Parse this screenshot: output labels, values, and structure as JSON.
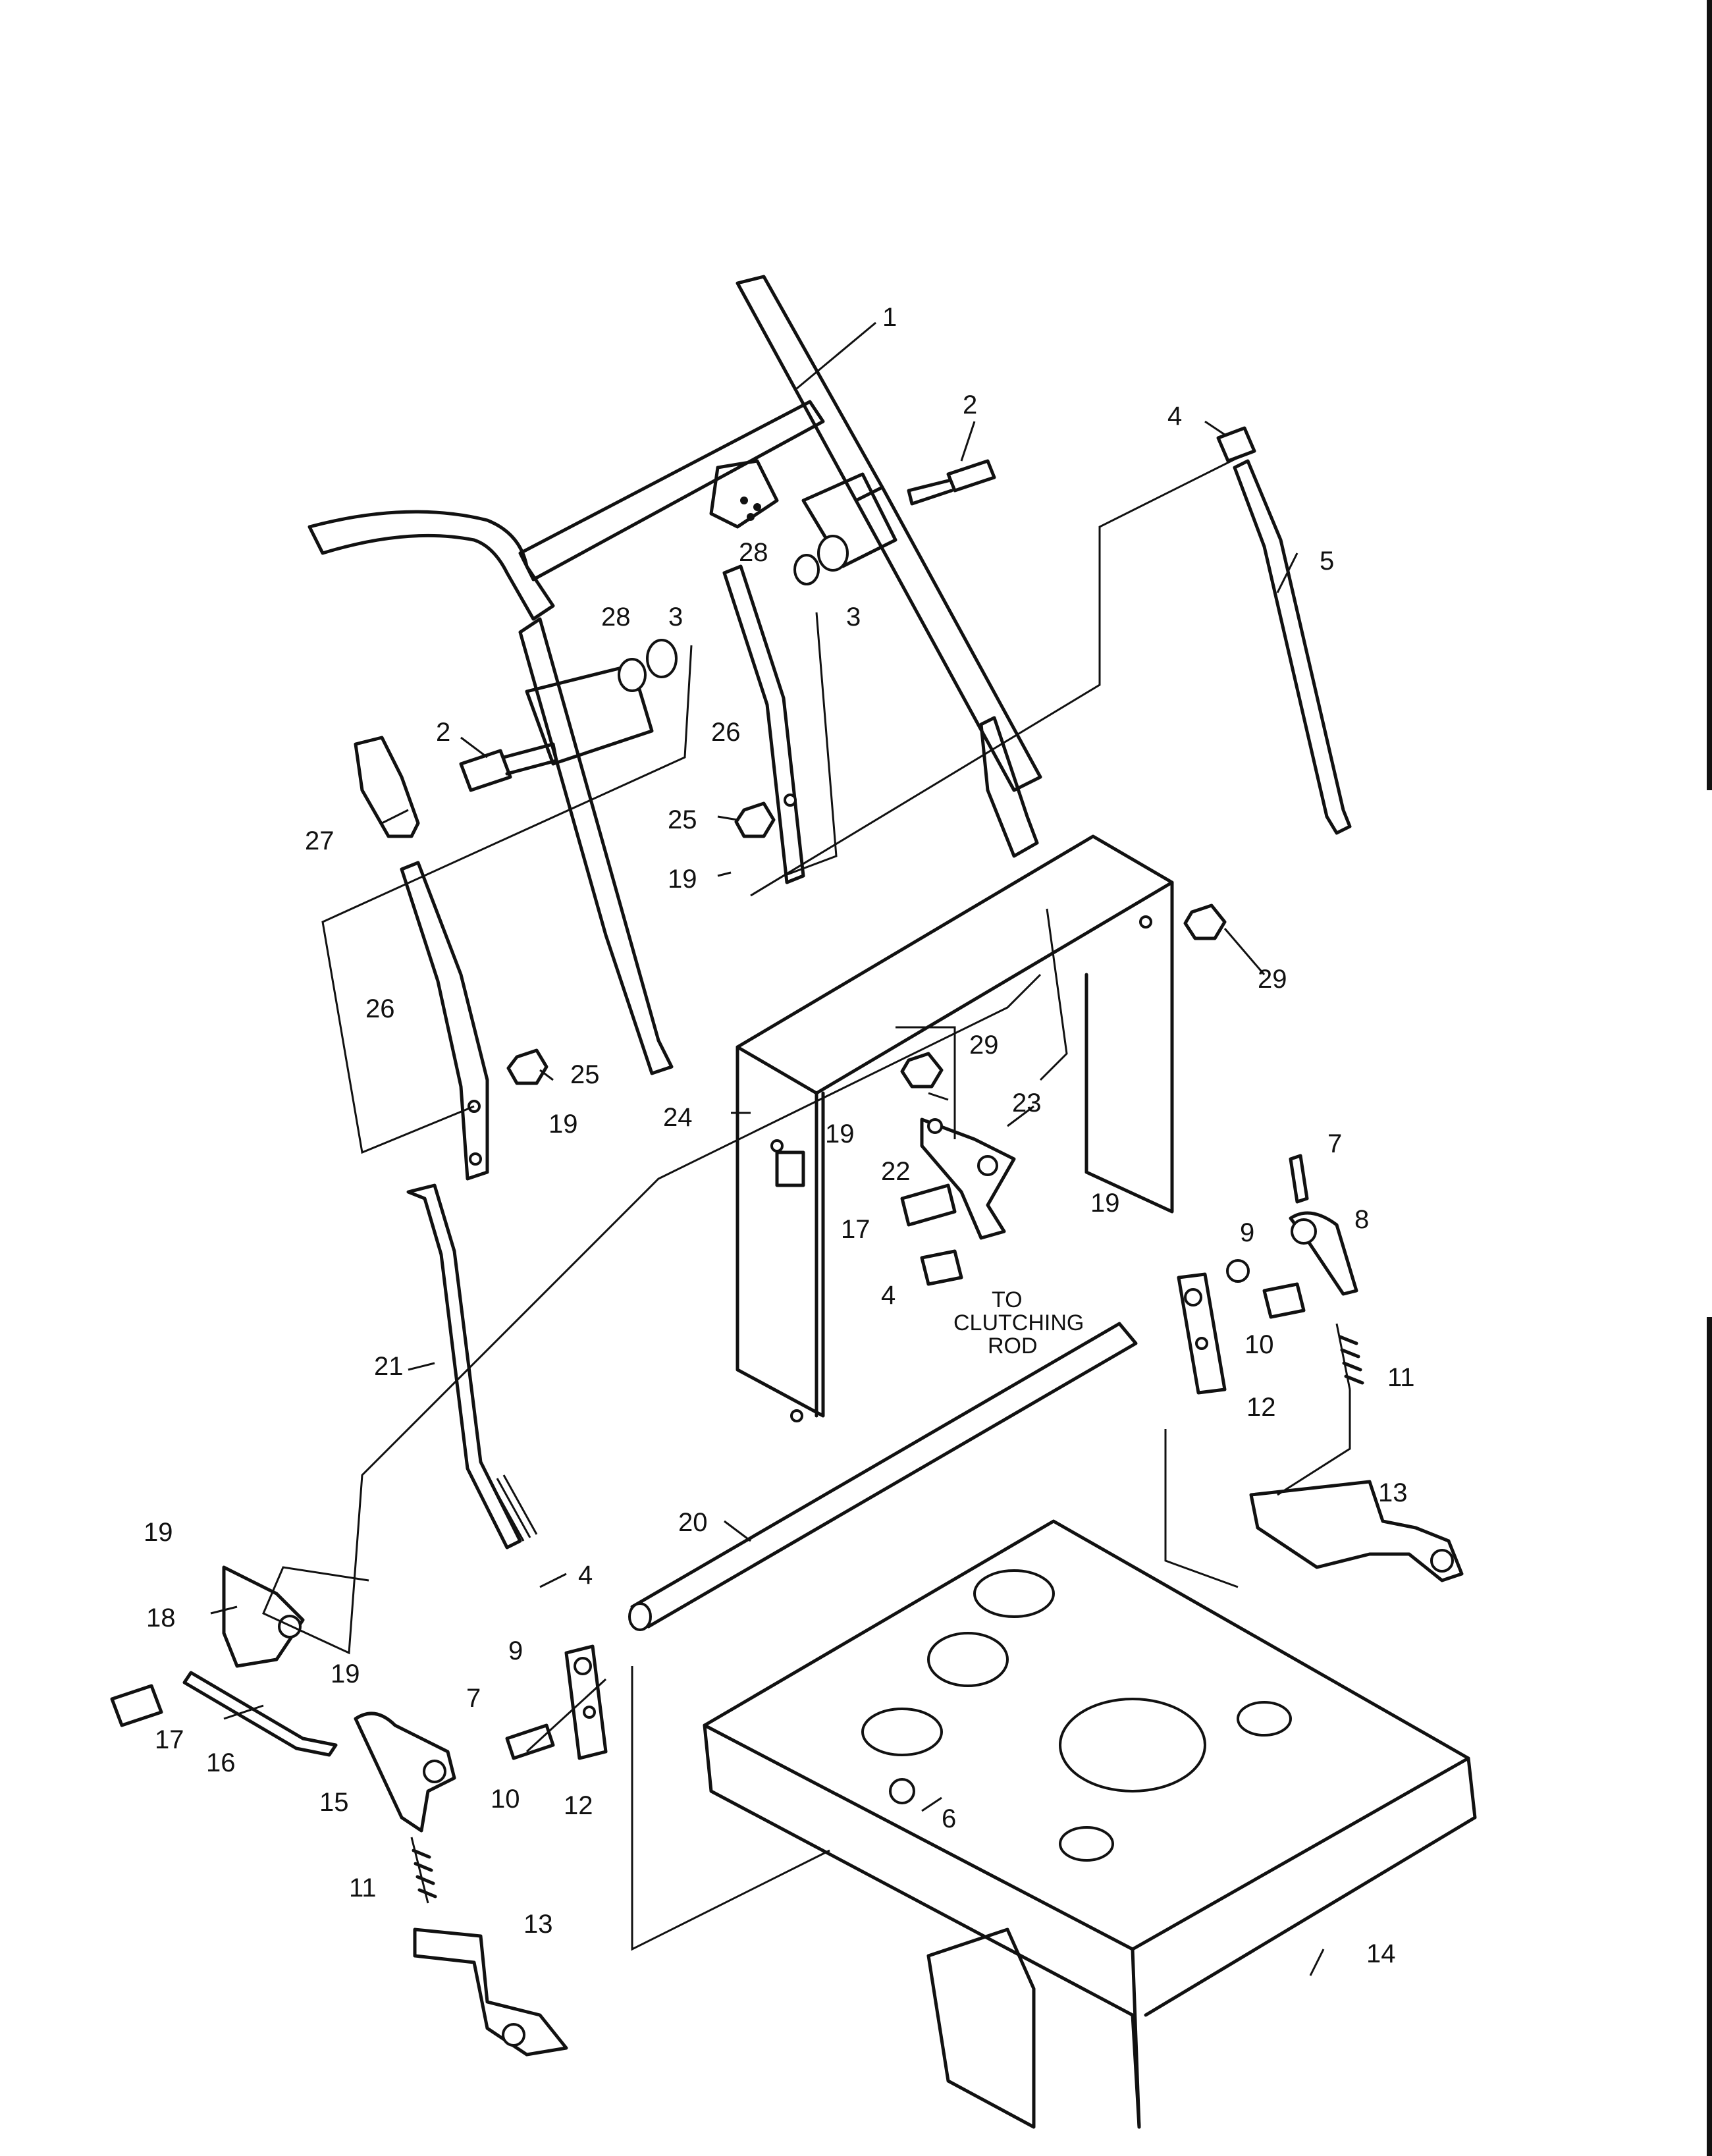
{
  "callouts": {
    "c1": "1",
    "c2": "2",
    "c3": "3",
    "c4": "4",
    "c5": "5",
    "c6": "6",
    "c7": "7",
    "c8": "8",
    "c9": "9",
    "c10": "10",
    "c11": "11",
    "c12": "12",
    "c13": "13",
    "c14": "14",
    "c15": "15",
    "c16": "16",
    "c17": "17",
    "c18": "18",
    "c19": "19",
    "c20": "20",
    "c21": "21",
    "c22": "22",
    "c23": "23",
    "c24": "24",
    "c25": "25",
    "c26": "26",
    "c27": "27",
    "c28": "28",
    "c29": "29"
  },
  "note": {
    "line1": "TO",
    "line2": "CLUTCHING",
    "line3": "ROD"
  }
}
